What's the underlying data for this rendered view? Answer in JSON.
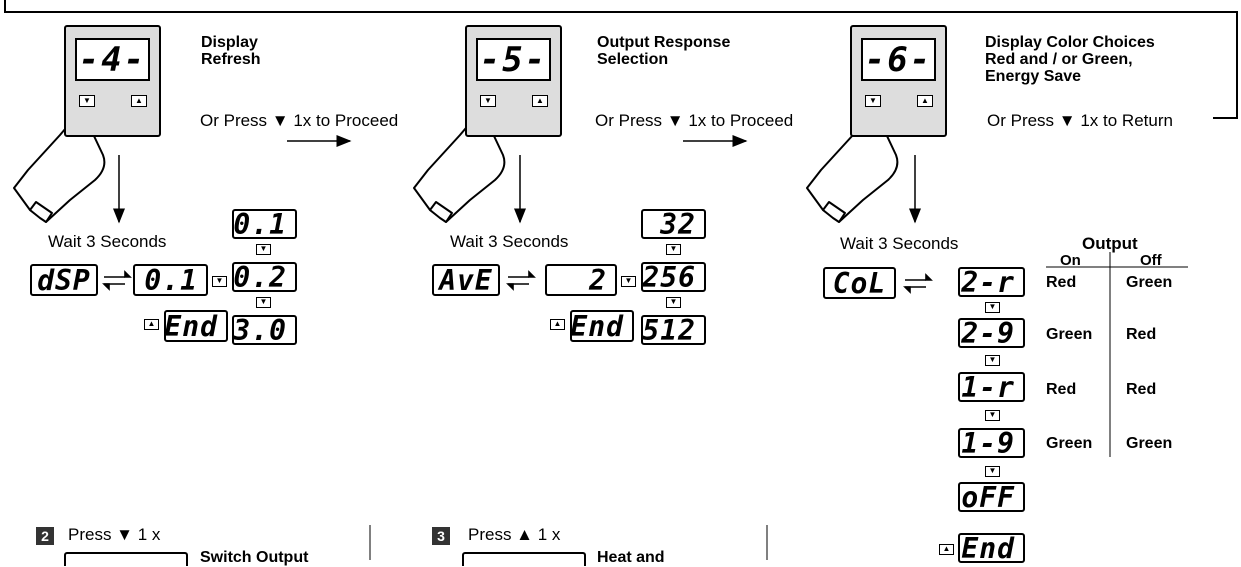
{
  "step4": {
    "digit": "-4-",
    "title_line1": "Display",
    "title_line2": "Refresh",
    "proceed_text": "Or Press ▼ 1x to Proceed",
    "wait_text": "Wait 3 Seconds",
    "param_display": "dSP",
    "current_value": "0.1",
    "options": [
      "0.1",
      "0.2",
      "3.0"
    ],
    "end_display": "End"
  },
  "step5": {
    "digit": "-5-",
    "title_line1": "Output Response",
    "title_line2": "Selection",
    "proceed_text": "Or Press ▼ 1x to Proceed",
    "wait_text": "Wait 3 Seconds",
    "param_display": "AvE",
    "current_value": "2",
    "options": [
      "32",
      "256",
      "512"
    ],
    "end_display": "End"
  },
  "step6": {
    "digit": "-6-",
    "title_line1": "Display Color Choices",
    "title_line2": "Red and / or Green,",
    "title_line3": "Energy Save",
    "return_text": "Or Press ▼ 1x to Return",
    "wait_text": "Wait 3 Seconds",
    "param_display": "CoL",
    "options": [
      "2-r",
      "2-9",
      "1-r",
      "1-9",
      "oFF"
    ],
    "end_display": "End",
    "table": {
      "header": "Output",
      "col_on": "On",
      "col_off": "Off",
      "rows": [
        {
          "on": "Red",
          "off": "Green"
        },
        {
          "on": "Green",
          "off": "Red"
        },
        {
          "on": "Red",
          "off": "Red"
        },
        {
          "on": "Green",
          "off": "Green"
        }
      ]
    }
  },
  "bottom": {
    "step2_num": "2",
    "step2_text": "Press ▼ 1 x",
    "step2_title": "Switch Output",
    "step3_num": "3",
    "step3_text": "Press ▲ 1 x",
    "step3_title": "Heat and"
  }
}
